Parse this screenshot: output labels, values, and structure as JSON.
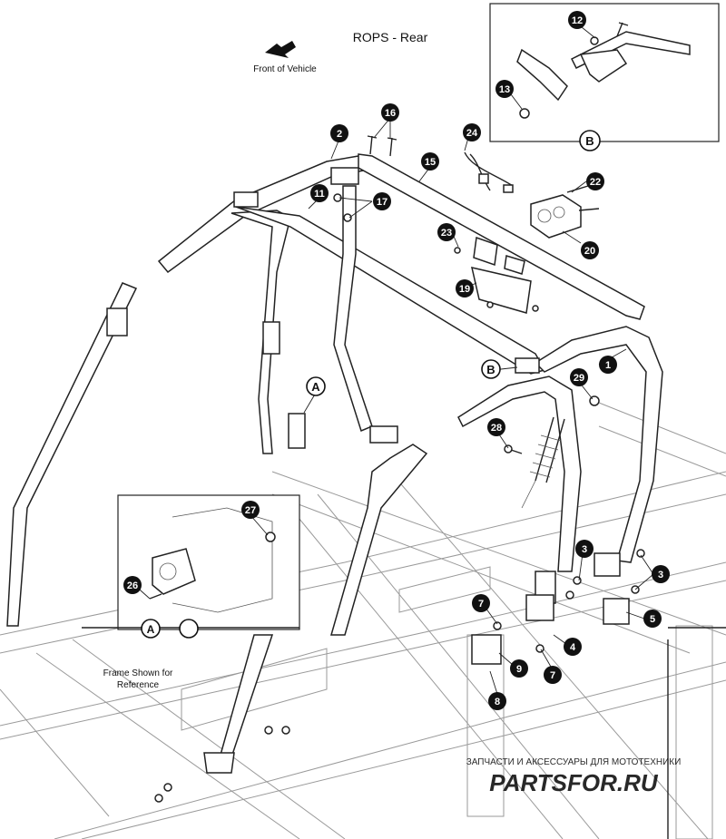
{
  "title": "ROPS - Rear",
  "front_label": "Front of Vehicle",
  "frame_note_line1": "Frame Shown for",
  "frame_note_line2": "Reference",
  "detail_a_letter": "A",
  "detail_b_letter": "B",
  "callout_a_letter": "A",
  "callout_b_letter": "B",
  "watermark_tagline": "ЗАПЧАСТИ И АКСЕССУАРЫ ДЛЯ МОТОТЕХНИКИ",
  "watermark_brand": "PARTSFOR.RU",
  "watermark_color": "#e0a0a8",
  "callout_color": "#111111",
  "callouts": [
    "12",
    "13",
    "16",
    "2",
    "15",
    "24",
    "11",
    "17",
    "22",
    "23",
    "20",
    "19",
    "29",
    "1",
    "28",
    "27",
    "26",
    "3",
    "3",
    "7",
    "5",
    "4",
    "9",
    "7",
    "8"
  ]
}
